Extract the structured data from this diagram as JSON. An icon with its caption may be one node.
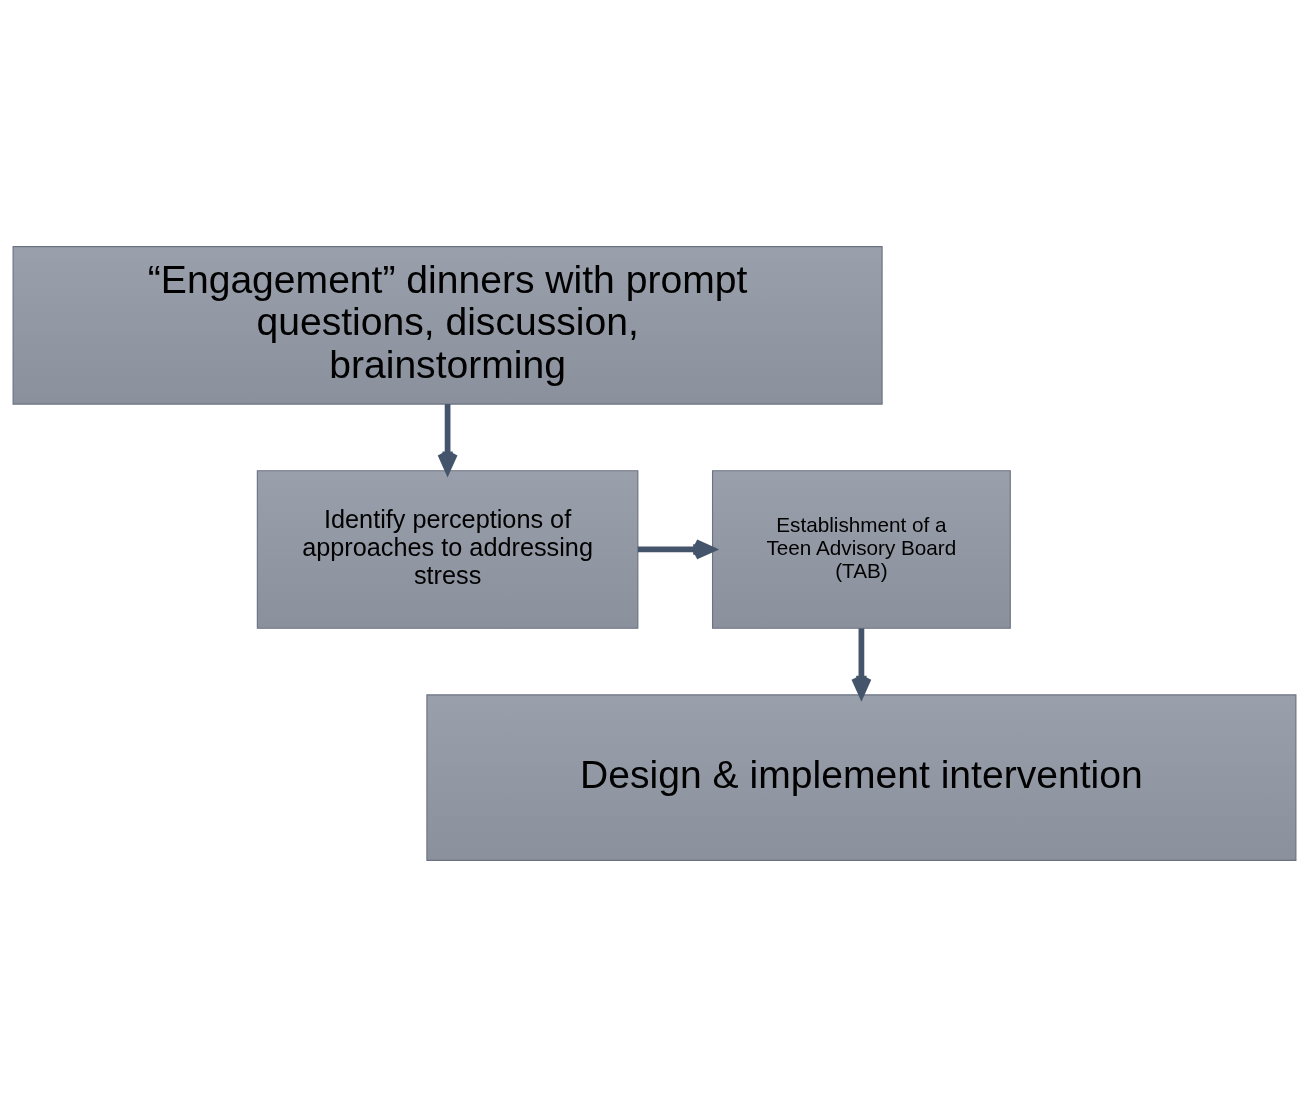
{
  "diagram": {
    "nodes": [
      {
        "text": [
          "“Engagement” dinners with prompt questions, discussion, brainstorming"
        ]
      },
      {
        "text": [
          "Identify perceptions of approaches to addressing stress"
        ]
      },
      {
        "text": [
          "Establishment of a Teen Advisory Board (TAB)"
        ]
      },
      {
        "text": [
          "Design & implement intervention"
        ]
      }
    ],
    "edges": [
      {
        "from": 0,
        "to": 1,
        "arrow": "to"
      },
      {
        "from": 1,
        "to": 2,
        "arrow": "to"
      },
      {
        "from": 2,
        "to": 3,
        "arrow": "to"
      }
    ]
  }
}
